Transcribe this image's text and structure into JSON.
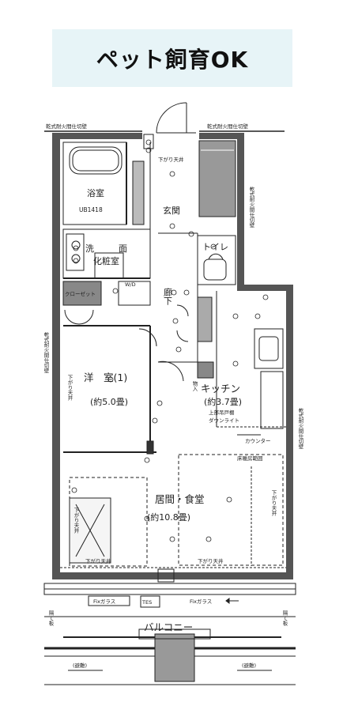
{
  "banner": {
    "text": "ペット飼育OK"
  },
  "plan": {
    "wall_top_left": "乾式耐火間仕切壁",
    "wall_top_right": "乾式耐火間仕切壁",
    "wall_left": "乾式耐火間仕切壁",
    "wall_right_upper": "乾式耐火間仕切壁",
    "wall_right_lower": "乾式耐火間仕切壁",
    "lowered_ceiling_top": "下がり天井",
    "bath": "浴室",
    "bath_unit": "UB1418",
    "washroom_1": "洗",
    "washroom_2": "面",
    "washroom_3": "化粧室",
    "wd": "W/D",
    "entrance": "玄関",
    "toilet": "トイレ",
    "hall": "廊下",
    "storage_2": "物入",
    "closet": "クローゼット",
    "western_room": "洋　室(1)",
    "western_size": "(約5.0畳)",
    "western_ceiling": "下がり天井",
    "kitchen": "キッチン",
    "kitchen_size": "(約3.7畳)",
    "kitchen_note_1": "上部吊戸棚",
    "kitchen_note_2": "ダウンライト",
    "counter": "カウンター",
    "ceiling_lowered_note": "床暖房範囲",
    "living": "居間・食堂",
    "living_size": "(約10.8畳)",
    "living_ceiling_left": "下がり天井",
    "living_ceiling_right": "下がり天井",
    "bottom_ceiling_left": "下がり天井",
    "bottom_ceiling_right": "下がり天井",
    "fix_glass_left": "Fixガラス",
    "fix_glass_right": "Fixガラス",
    "tes": "TES",
    "balcony": "バルコニー",
    "partition_left": "隔て板",
    "partition_right": "隔て板",
    "void_left": "(避難)",
    "void_right": "(避難)"
  }
}
